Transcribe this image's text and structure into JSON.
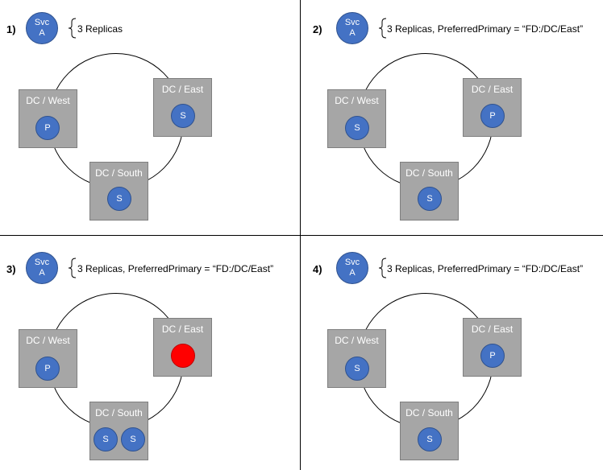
{
  "colors": {
    "replica": "#4472c4",
    "box": "#a6a6a6",
    "failed": "#ff0000"
  },
  "panels": [
    {
      "number": "1)",
      "svc_line1": "Svc",
      "svc_line2": "A",
      "description": "3 Replicas",
      "west": {
        "label": "DC / West",
        "replica": "P"
      },
      "east": {
        "label": "DC / East",
        "replica": "S"
      },
      "south": {
        "label": "DC / South",
        "replica": "S"
      }
    },
    {
      "number": "2)",
      "svc_line1": "Svc",
      "svc_line2": "A",
      "description": "3 Replicas, PreferredPrimary = “FD:/DC/East”",
      "west": {
        "label": "DC / West",
        "replica": "S"
      },
      "east": {
        "label": "DC / East",
        "replica": "P"
      },
      "south": {
        "label": "DC / South",
        "replica": "S"
      }
    },
    {
      "number": "3)",
      "svc_line1": "Svc",
      "svc_line2": "A",
      "description": "3 Replicas, PreferredPrimary = “FD:/DC/East”",
      "west": {
        "label": "DC / West",
        "replica": "P"
      },
      "east": {
        "label": "DC / East",
        "replica": ""
      },
      "south": {
        "label": "DC / South",
        "replica": "S",
        "replica2": "S"
      }
    },
    {
      "number": "4)",
      "svc_line1": "Svc",
      "svc_line2": "A",
      "description": "3 Replicas, PreferredPrimary = “FD:/DC/East”",
      "west": {
        "label": "DC / West",
        "replica": "S"
      },
      "east": {
        "label": "DC / East",
        "replica": "P"
      },
      "south": {
        "label": "DC / South",
        "replica": "S"
      }
    }
  ]
}
